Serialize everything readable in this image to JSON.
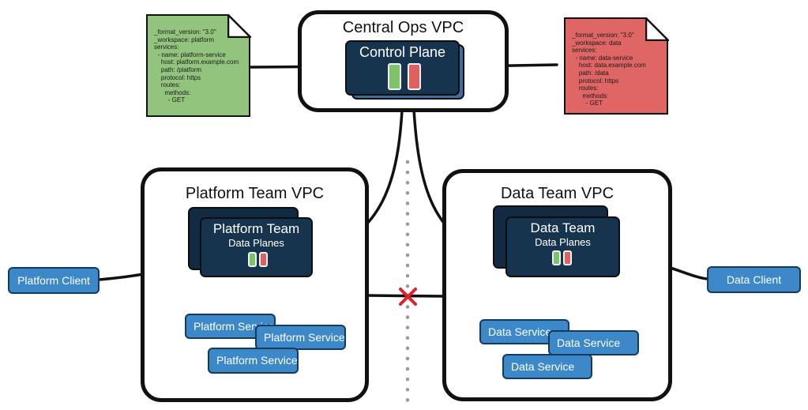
{
  "central_vpc": {
    "title": "Central Ops VPC"
  },
  "control_plane": {
    "title": "Control Plane"
  },
  "platform_vpc": {
    "title": "Platform Team VPC"
  },
  "data_vpc": {
    "title": "Data Team VPC"
  },
  "platform_data_planes": {
    "title": "Platform Team",
    "subtitle": "Data Planes"
  },
  "data_data_planes": {
    "title": "Data Team",
    "subtitle": "Data Planes"
  },
  "platform_client": {
    "label": "Platform Client"
  },
  "data_client": {
    "label": "Data Client"
  },
  "platform_services": [
    "Platform Service",
    "Platform Service",
    "Platform Service"
  ],
  "data_services": [
    "Data Service",
    "Data Service",
    "Data Service"
  ],
  "platform_config": {
    "lines": [
      "_format_version: \"3.0\"",
      "_workspace: platform",
      "services:",
      "  - name: platform-service",
      "    host: platform.example.com",
      "    path: /platform",
      "    protocol: https",
      "    routes:",
      "      methods:",
      "        - GET"
    ]
  },
  "data_config": {
    "lines": [
      "_format_version: \"3.0\"",
      "_workspace: data",
      "services:",
      "  - name: data-service",
      "    host: data.example.com",
      "    path: /data",
      "    protocol: https",
      "    routes:",
      "      methods:",
      "        - GET"
    ]
  },
  "colors": {
    "plane_navy": "#17344f",
    "service_blue": "#3c88c8",
    "config_green": "#93c47d",
    "config_red": "#e06666",
    "blocked_x": "#e0202a",
    "divider_gray": "#9a9a9a"
  }
}
